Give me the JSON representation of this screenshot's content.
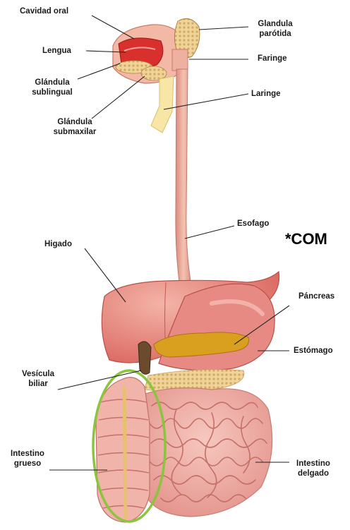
{
  "labels": {
    "cavidad_oral": "Cavidad oral",
    "lengua": "Lengua",
    "glandula_sublingual": "Glándula\nsublingual",
    "glandula_submaxilar": "Glándula\nsubmaxilar",
    "glandula_parotida": "Glandula\nparótida",
    "faringe": "Faringe",
    "laringe": "Laringe",
    "esofago": "Esofago",
    "higado": "Higado",
    "pancreas": "Páncreas",
    "estomago": "Estómago",
    "vesicula_biliar": "Vesícula\nbiliar",
    "intestino_grueso": "Intestino\ngrueso",
    "intestino_delgado": "Intestino\ndelgado"
  },
  "annotation": "*COM",
  "colors": {
    "highlight_ellipse": "#8cc43f",
    "tissue": "#e8928a",
    "liver": "#e0706a",
    "pancreas": "#d9a020",
    "gland": "#e8c890"
  }
}
